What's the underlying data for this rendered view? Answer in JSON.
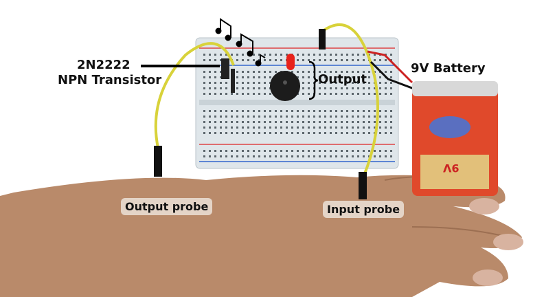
{
  "labels": {
    "transistor_part": "2N2222",
    "transistor_type": "NPN Transistor",
    "output": "Output",
    "battery": "9V Battery",
    "output_probe": "Output probe",
    "input_probe": "Input probe",
    "battery_marking": "9V"
  },
  "colors": {
    "skin": "#b98a6a",
    "breadboard": "#dfe6ea",
    "wire": "#d8d23a",
    "battery": "#e0492b",
    "led": "#e8221a"
  }
}
